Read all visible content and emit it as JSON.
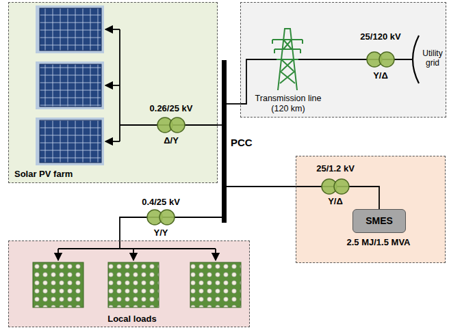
{
  "diagram": {
    "nodes": [
      {
        "text": [
          "Solar PV farm"
        ]
      },
      {
        "text": [
          "Transmission line (120 km)",
          "Utility grid"
        ]
      },
      {
        "text": [
          "PCC"
        ]
      },
      {
        "text": [
          "2.5 MJ/1.5 MVA"
        ]
      },
      {
        "text": [
          "SMES"
        ],
        "in": 3
      },
      {
        "text": [
          "Local loads"
        ]
      }
    ],
    "edges": [
      {
        "from": 0,
        "to": 2,
        "arrow": "none"
      },
      {
        "from": 2,
        "to": 1,
        "arrow": "none"
      },
      {
        "from": 2,
        "to": 4,
        "arrow": "none"
      },
      {
        "from": 2,
        "to": 5,
        "arrow": "none"
      }
    ],
    "labels": [
      "0.26/25 kV",
      "Δ/Y",
      "25/120 kV",
      "Y/Δ",
      "25/1.2 kV",
      "Y/Δ",
      "0.4/25 kV",
      "Y/Y"
    ]
  }
}
